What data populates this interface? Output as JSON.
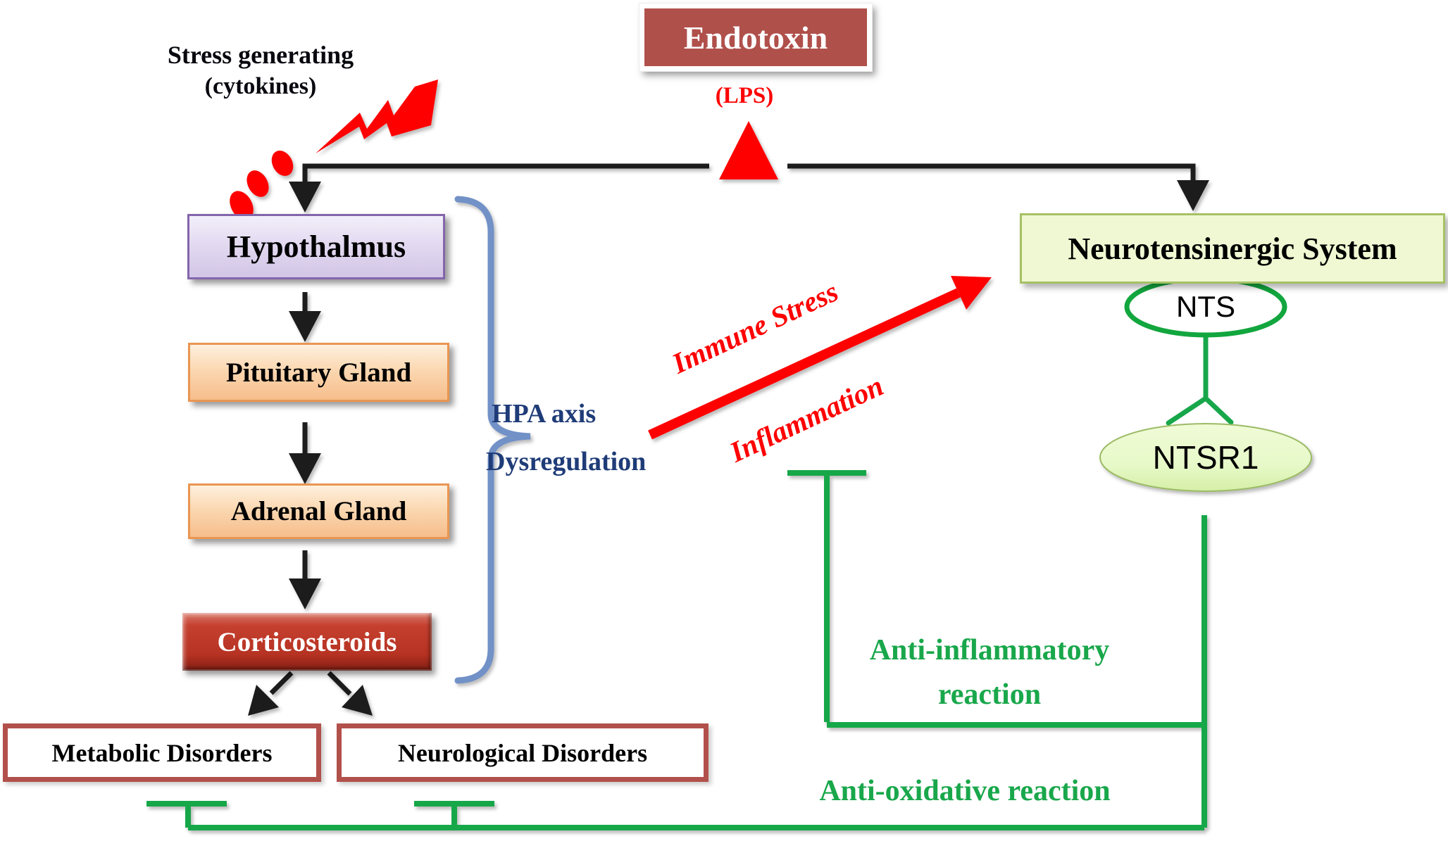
{
  "diagram": {
    "description": "Pathway diagram linking endotoxin (LPS) and stress-generating cytokines to HPA axis dysregulation and the neurotensinergic system"
  },
  "nodes": {
    "endotoxin": {
      "label": "Endotoxin",
      "sub": "(LPS)"
    },
    "stress": {
      "line1": "Stress generating",
      "line2": "(cytokines)"
    },
    "hypothalamus": {
      "label": "Hypothalmus"
    },
    "pituitary": {
      "label": "Pituitary Gland"
    },
    "adrenal": {
      "label": "Adrenal Gland"
    },
    "corticosteroids": {
      "label": "Corticosteroids"
    },
    "metabolic": {
      "label": "Metabolic Disorders"
    },
    "neurological": {
      "label": "Neurological  Disorders"
    },
    "neurotensinergic": {
      "label": "Neurotensinergic System"
    },
    "nts": {
      "label": "NTS"
    },
    "ntsr1": {
      "label": "NTSR1"
    }
  },
  "annotations": {
    "hpa": {
      "line1": "HPA axis",
      "line2": "Dysregulation"
    },
    "immune_stress": "Immune Stress",
    "inflammation": "Inflammation",
    "anti_inflammatory": {
      "line1": "Anti-inflammatory",
      "line2": "reaction"
    },
    "anti_oxidative": "Anti-oxidative reaction"
  },
  "palette": {
    "red": "#FE0000",
    "endotoxin_fill": "#B0504B",
    "disorder_border": "#B2504B",
    "purple_border": "#8465AC",
    "orange_border": "#EA9552",
    "corticosteroid_red": "#B63222",
    "green_line": "#17A74A",
    "green_text": "#19A74B",
    "navy_text": "#1F3C78",
    "brace_blue": "#7191C7",
    "neuro_box_fill": "#EFF8D2",
    "ntsr1_fill": "#E7F9C9",
    "line_black": "#1C1C1C"
  }
}
